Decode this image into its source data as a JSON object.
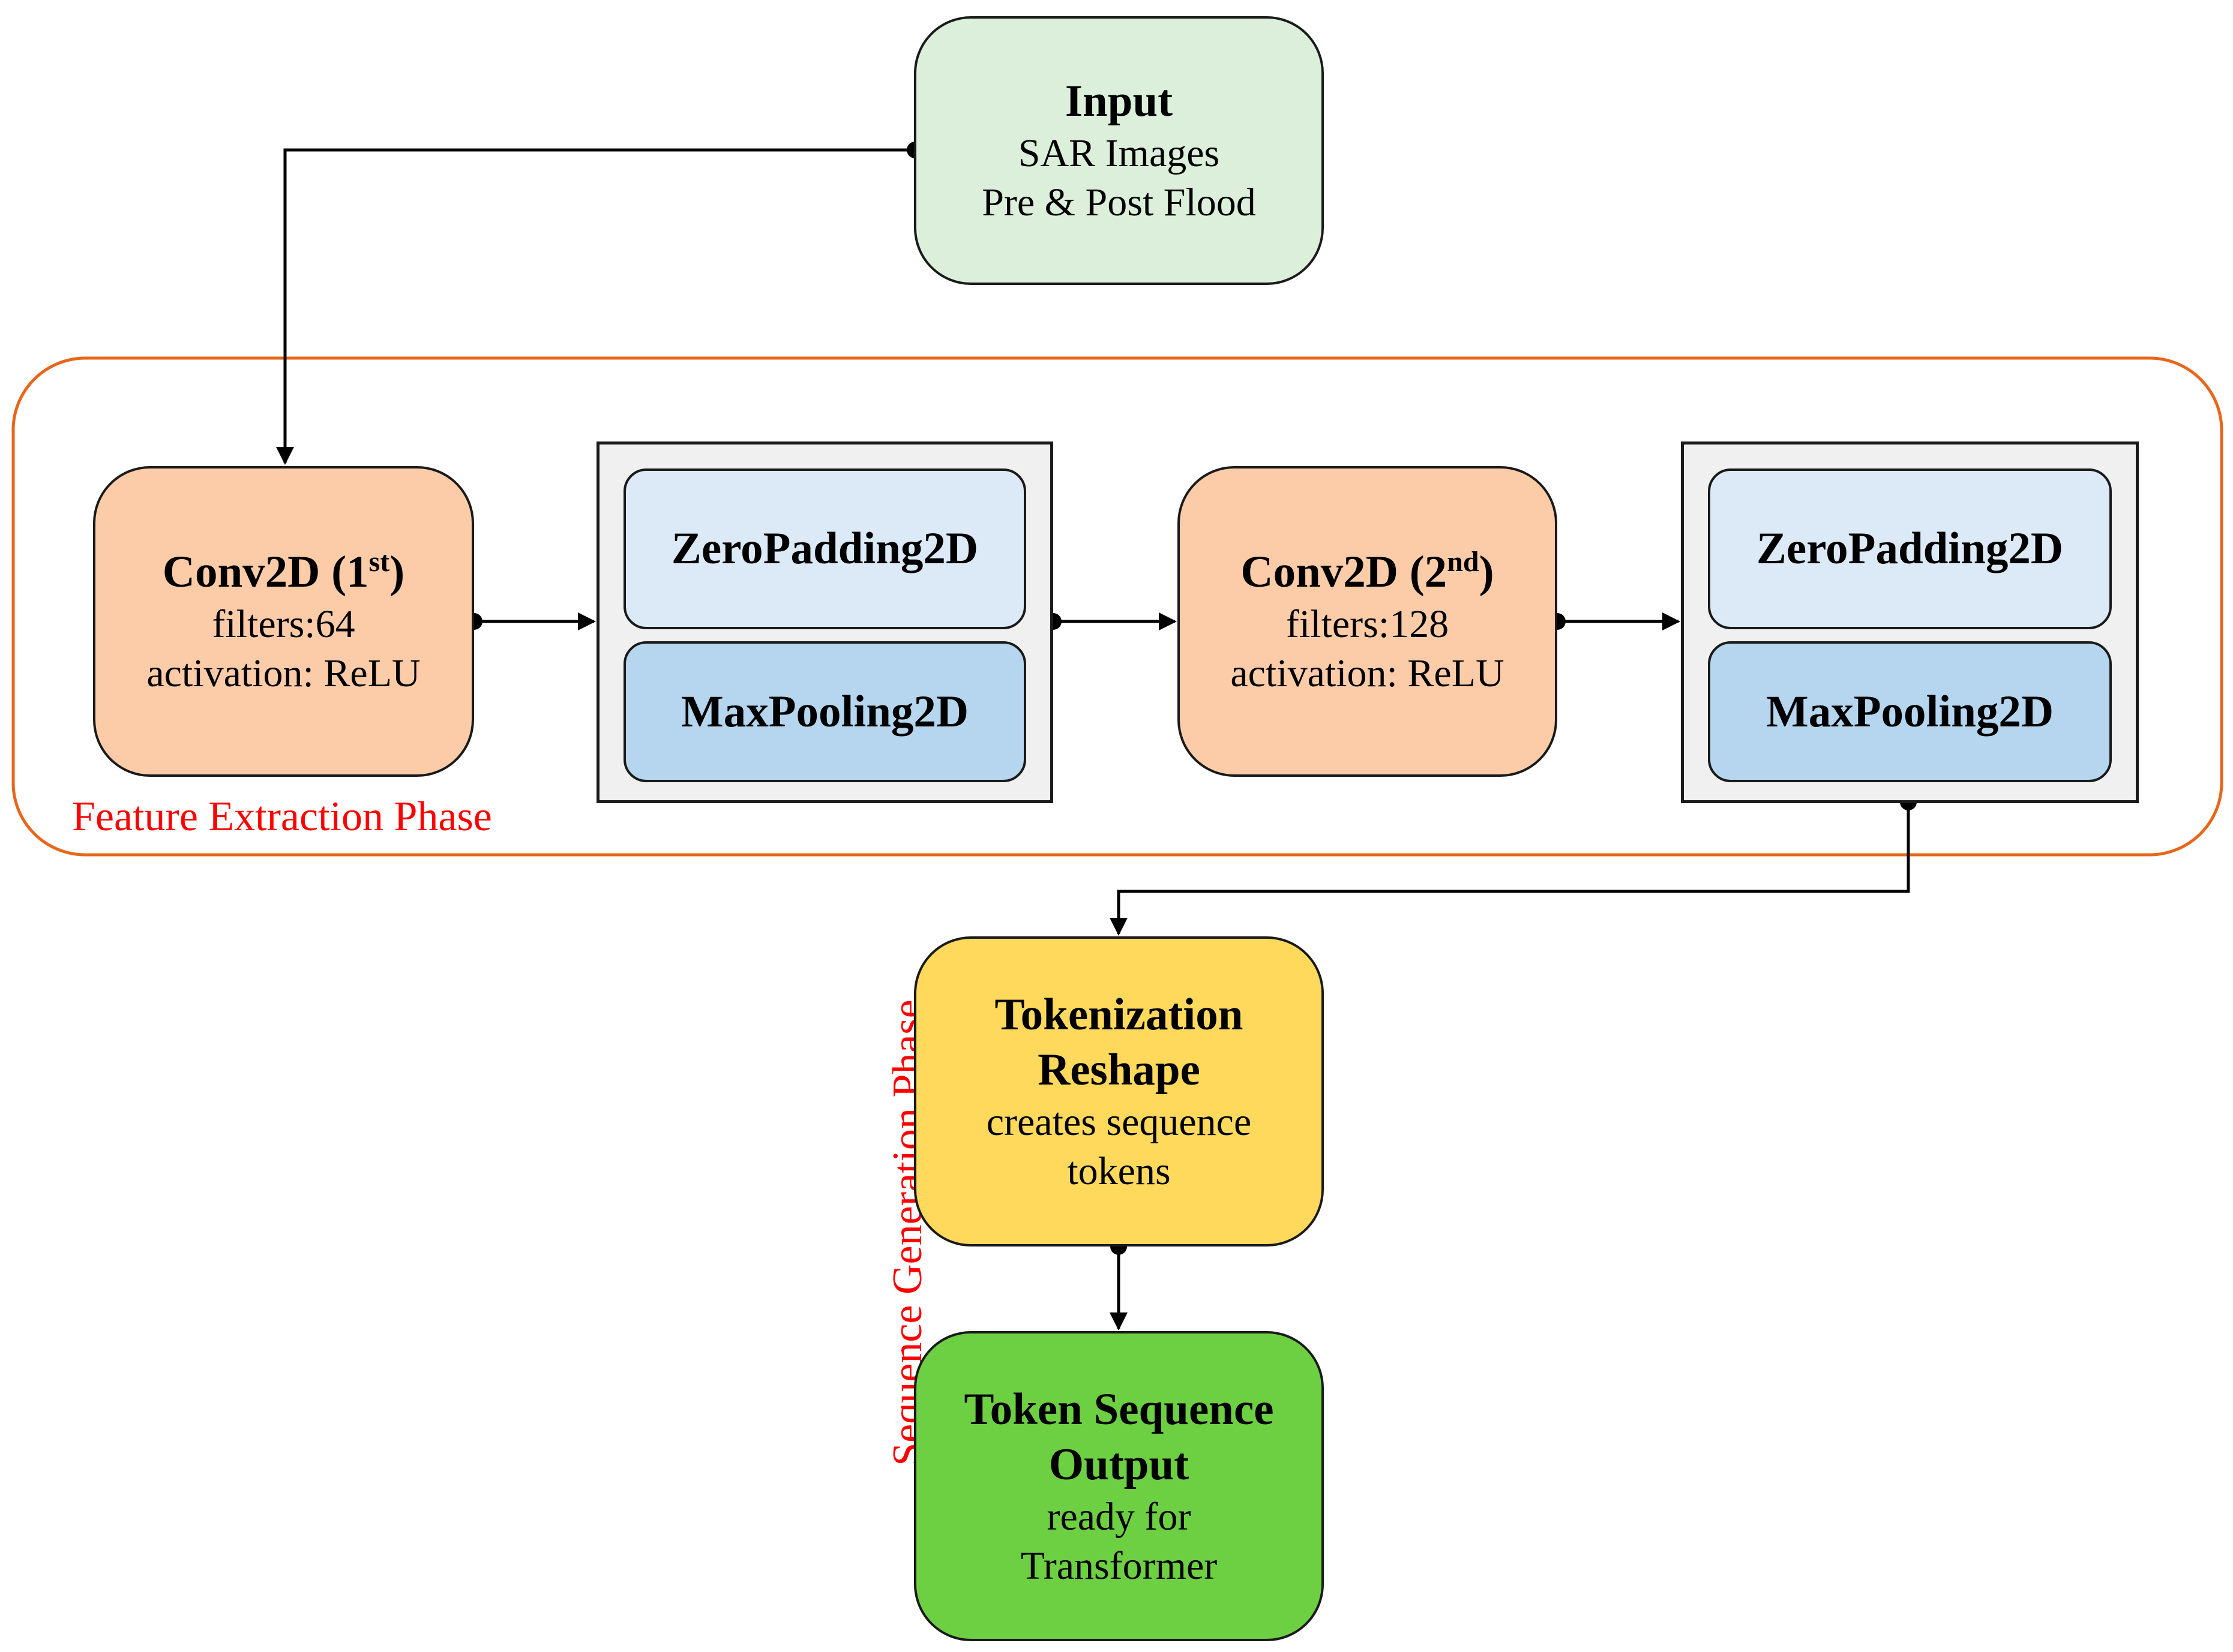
{
  "colors": {
    "input_fill": "#dcefdb",
    "conv_fill": "#fccca9",
    "zeropad_fill": "#dce9f6",
    "maxpool_fill": "#b5d6ee",
    "stack_fill": "#f0f0f0",
    "tokenize_fill": "#fed95c",
    "output_fill": "#6dcf42",
    "phase_outline": "#e8661a",
    "phase_label": "#ff0000",
    "connector": "#000000"
  },
  "input": {
    "title": "Input",
    "line1": "SAR Images",
    "line2": "Pre & Post Flood"
  },
  "feature_phase": {
    "label": "Feature Extraction Phase",
    "conv1": {
      "title": "Conv2D (1",
      "sup": "st",
      "close": ")",
      "filters": "filters:64",
      "activation": "activation: ReLU"
    },
    "stack1": {
      "zeropad": "ZeroPadding2D",
      "maxpool": "MaxPooling2D"
    },
    "conv2": {
      "title": "Conv2D (2",
      "sup": "nd",
      "close": ")",
      "filters": "filters:128",
      "activation": "activation: ReLU"
    },
    "stack2": {
      "zeropad": "ZeroPadding2D",
      "maxpool": "MaxPooling2D"
    }
  },
  "sequence_phase": {
    "label": "Sequence Generation Phase",
    "tokenize": {
      "title1": "Tokenization",
      "title2": "Reshape",
      "line1": "creates sequence",
      "line2": "tokens"
    },
    "output": {
      "title1": "Token Sequence",
      "title2": "Output",
      "line1": "ready for",
      "line2": "Transformer"
    }
  }
}
